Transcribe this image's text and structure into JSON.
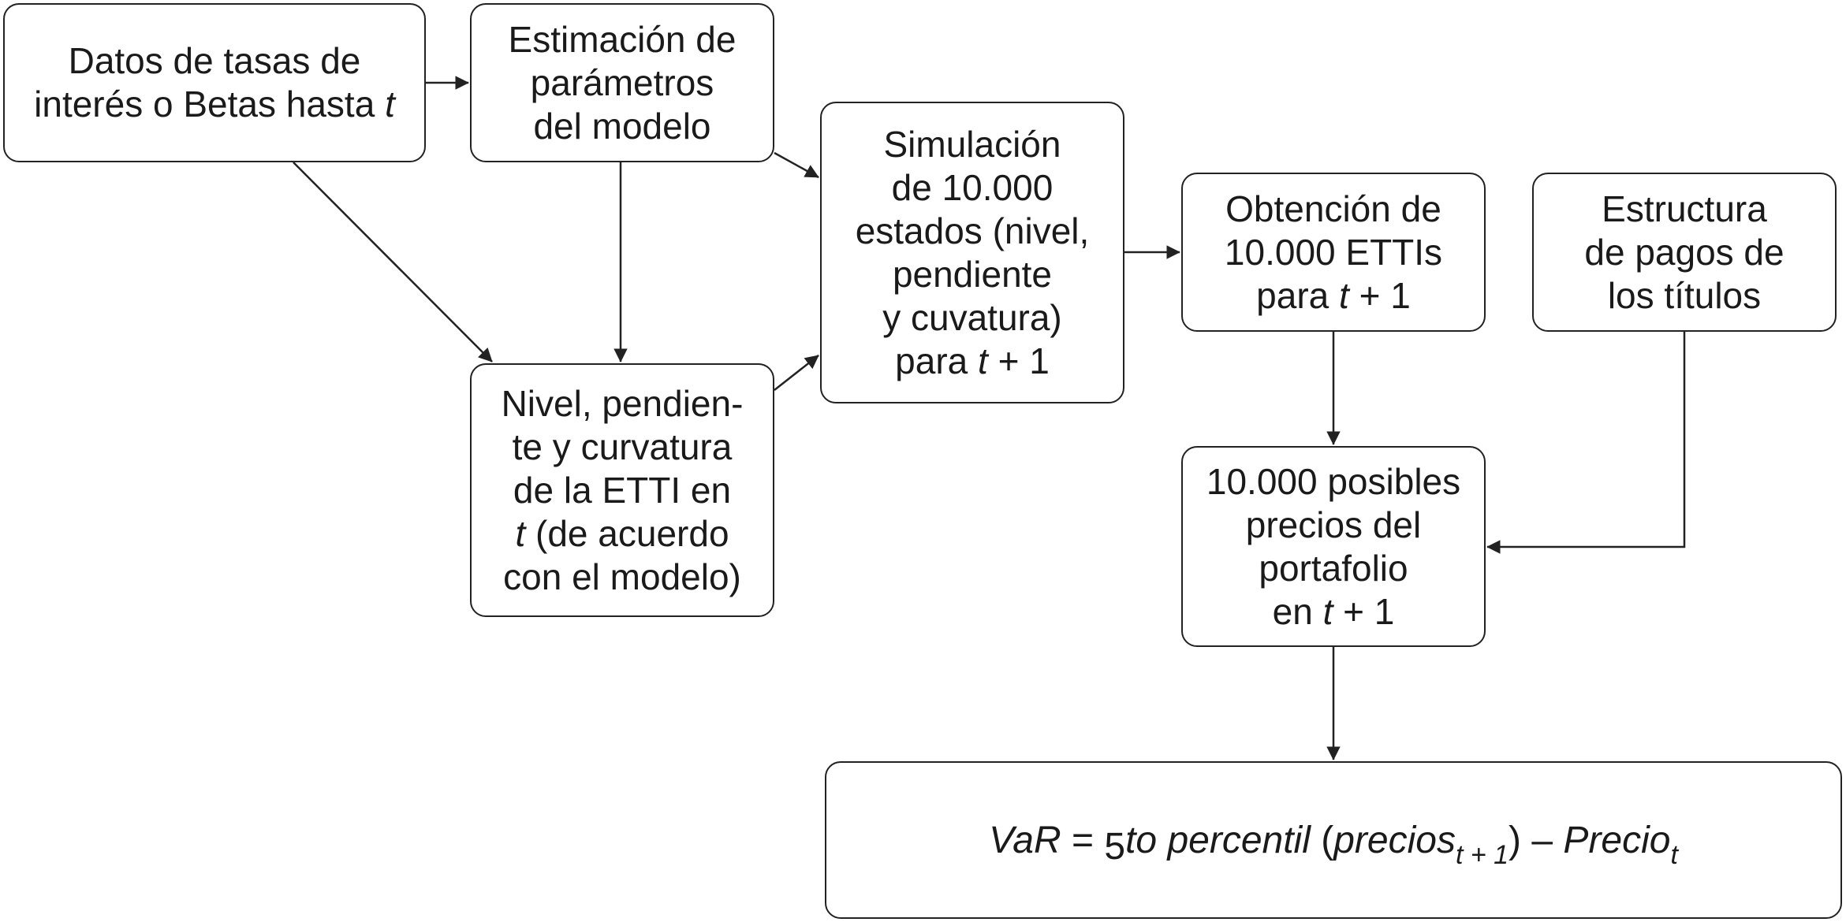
{
  "nodes": {
    "datos": {
      "line1": "Datos de tasas de",
      "line2": "interés o Betas hasta",
      "line2_var": "t"
    },
    "estimacion": {
      "line1": "Estimación de",
      "line2": "parámetros",
      "line3": "del modelo"
    },
    "simulacion": {
      "line1": "Simulación",
      "line2": "de 10.000",
      "line3": "estados (nivel,",
      "line4": "pendiente",
      "line5": "y cuvatura)",
      "line6_prefix": "para",
      "line6_var": "t",
      "line6_suffix": "+ 1"
    },
    "nivel": {
      "line1": "Nivel, pendien-",
      "line2": "te y curvatura",
      "line3": "de la ETTI en",
      "line4_var": "t",
      "line4_suffix": "(de acuerdo",
      "line5": "con el modelo)"
    },
    "obtencion": {
      "line1": "Obtención de",
      "line2": "10.000 ETTIs",
      "line3_prefix": "para",
      "line3_var": "t",
      "line3_suffix": "+ 1"
    },
    "estructura": {
      "line1": "Estructura",
      "line2": "de pagos de",
      "line3": "los títulos"
    },
    "precios": {
      "line1": "10.000 posibles",
      "line2": "precios del",
      "line3": "portafolio",
      "line4_prefix": "en",
      "line4_var": "t",
      "line4_suffix": "+ 1"
    },
    "var": {
      "lhs": "VaR",
      "equals": "=",
      "five": "5",
      "percentile": "to percentil",
      "open_paren": "(",
      "precios": "precios",
      "precios_sub": "t + 1",
      "close_paren": ")",
      "minus": "–",
      "precio": "Precio",
      "precio_sub": "t"
    }
  },
  "colors": {
    "stroke": "#222222",
    "text": "#1a1a1a",
    "background": "#ffffff"
  }
}
